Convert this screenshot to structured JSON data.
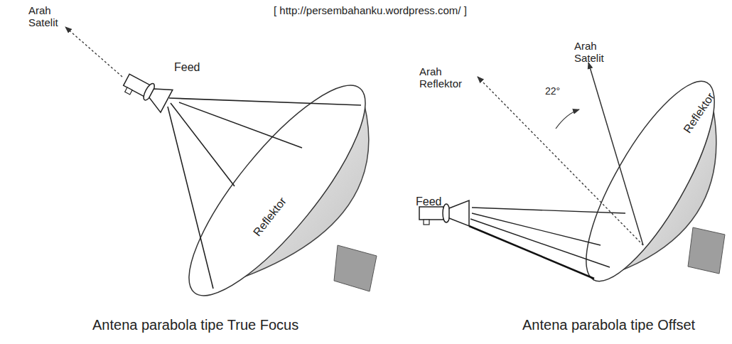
{
  "diagram": {
    "labels": [
      "[ http://persembahanku.wordpress.com/ ]",
      "Arah Satelit",
      "Feed",
      "Reflektor",
      "Antena parabola tipe True Focus",
      "Arah Reflektor",
      "Arah Satelit",
      "22°",
      "Reflektor",
      "Feed",
      "Antena parabola tipe Offset"
    ]
  }
}
